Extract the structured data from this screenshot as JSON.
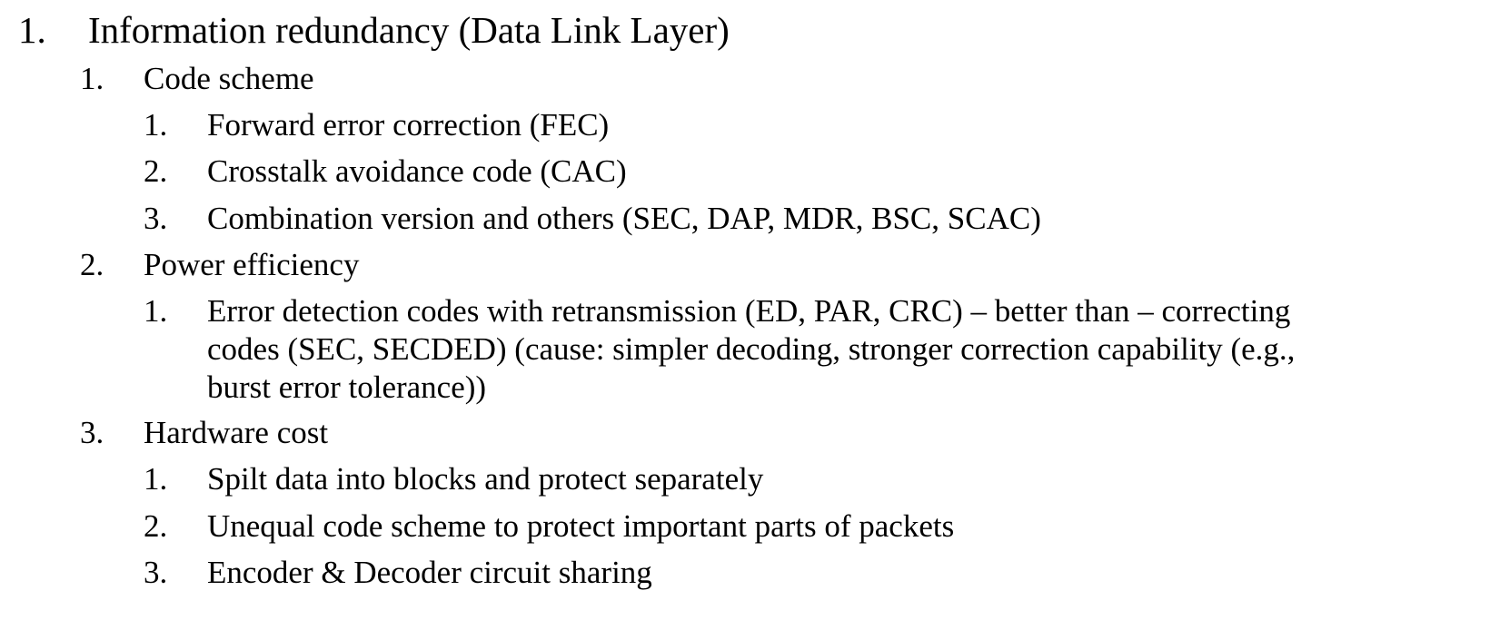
{
  "outline": {
    "item": {
      "number": "1.",
      "text": "Information redundancy (Data Link Layer)",
      "children": [
        {
          "number": "1.",
          "text": "Code scheme",
          "children": [
            {
              "number": "1.",
              "text": "Forward error correction (FEC)"
            },
            {
              "number": "2.",
              "text": "Crosstalk avoidance code (CAC)"
            },
            {
              "number": "3.",
              "text": "Combination version and others (SEC, DAP, MDR, BSC, SCAC)"
            }
          ]
        },
        {
          "number": "2.",
          "text": "Power efficiency",
          "children": [
            {
              "number": "1.",
              "lines": [
                "Error detection codes with retransmission (ED, PAR, CRC) – better than – correcting",
                "codes (SEC, SECDED) (cause: simpler decoding, stronger correction capability (e.g.,",
                "burst error tolerance))"
              ]
            }
          ]
        },
        {
          "number": "3.",
          "text": "Hardware cost",
          "children": [
            {
              "number": "1.",
              "text": "Spilt data into blocks and protect separately"
            },
            {
              "number": "2.",
              "text": "Unequal code scheme to protect important parts of packets"
            },
            {
              "number": "3.",
              "text": "Encoder & Decoder circuit sharing"
            }
          ]
        }
      ]
    }
  }
}
